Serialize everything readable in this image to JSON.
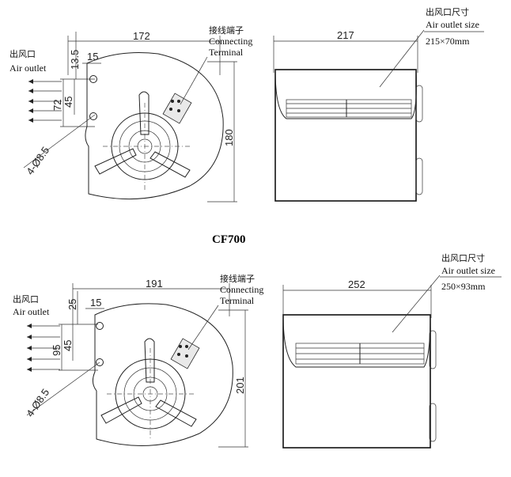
{
  "top": {
    "air_outlet_cn": "出风口",
    "air_outlet_en": "Air outlet",
    "terminal_cn": "接线端子",
    "terminal_en1": "Connecting",
    "terminal_en2": "Terminal",
    "outlet_size_cn": "出风口尺寸",
    "outlet_size_en": "Air outlet size",
    "outlet_size_val": "215×70mm",
    "dim_width": "172",
    "dim_top": "13.5",
    "dim_inner": "15",
    "dim_72": "72",
    "dim_45": "45",
    "dim_height": "180",
    "dim_holes": "4-Ø8.5",
    "dim_side": "217"
  },
  "model_label": "CF700",
  "bottom": {
    "air_outlet_cn": "出风口",
    "air_outlet_en": "Air outlet",
    "terminal_cn": "接线端子",
    "terminal_en1": "Connecting",
    "terminal_en2": "Terminal",
    "outlet_size_cn": "出风口尺寸",
    "outlet_size_en": "Air outlet size",
    "outlet_size_val": "250×93mm",
    "dim_width": "191",
    "dim_top": "25",
    "dim_inner": "15",
    "dim_95": "95",
    "dim_45": "45",
    "dim_height": "201",
    "dim_holes": "4-Ø8.5",
    "dim_side": "252"
  }
}
